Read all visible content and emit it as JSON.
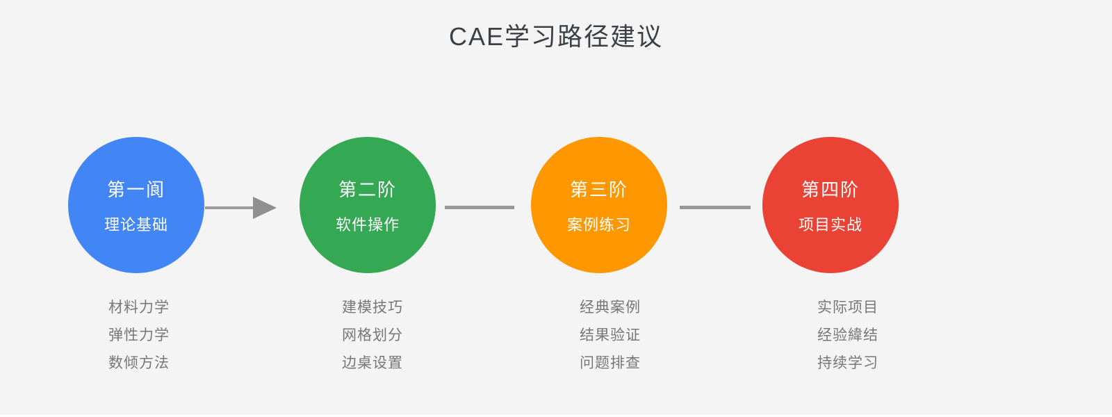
{
  "title": "CAE学习路径建议",
  "connector_color": "#999999",
  "stages": [
    {
      "stage": "第一阆",
      "name": "理论基础",
      "color": "#4285F4",
      "items": [
        "材料力学",
        "弹性力学",
        "数倾方法"
      ]
    },
    {
      "stage": "第二阶",
      "name": "软件操作",
      "color": "#34A853",
      "items": [
        "建模技巧",
        "网格划分",
        "边桌设置"
      ]
    },
    {
      "stage": "第三阶",
      "name": "案例练习",
      "color": "#FF9800",
      "items": [
        "经典案例",
        "结果验证",
        "问题排查"
      ]
    },
    {
      "stage": "第四阶",
      "name": "项目实战",
      "color": "#EA4335",
      "items": [
        "实际项目",
        "经验緯结",
        "持续学习"
      ]
    }
  ]
}
